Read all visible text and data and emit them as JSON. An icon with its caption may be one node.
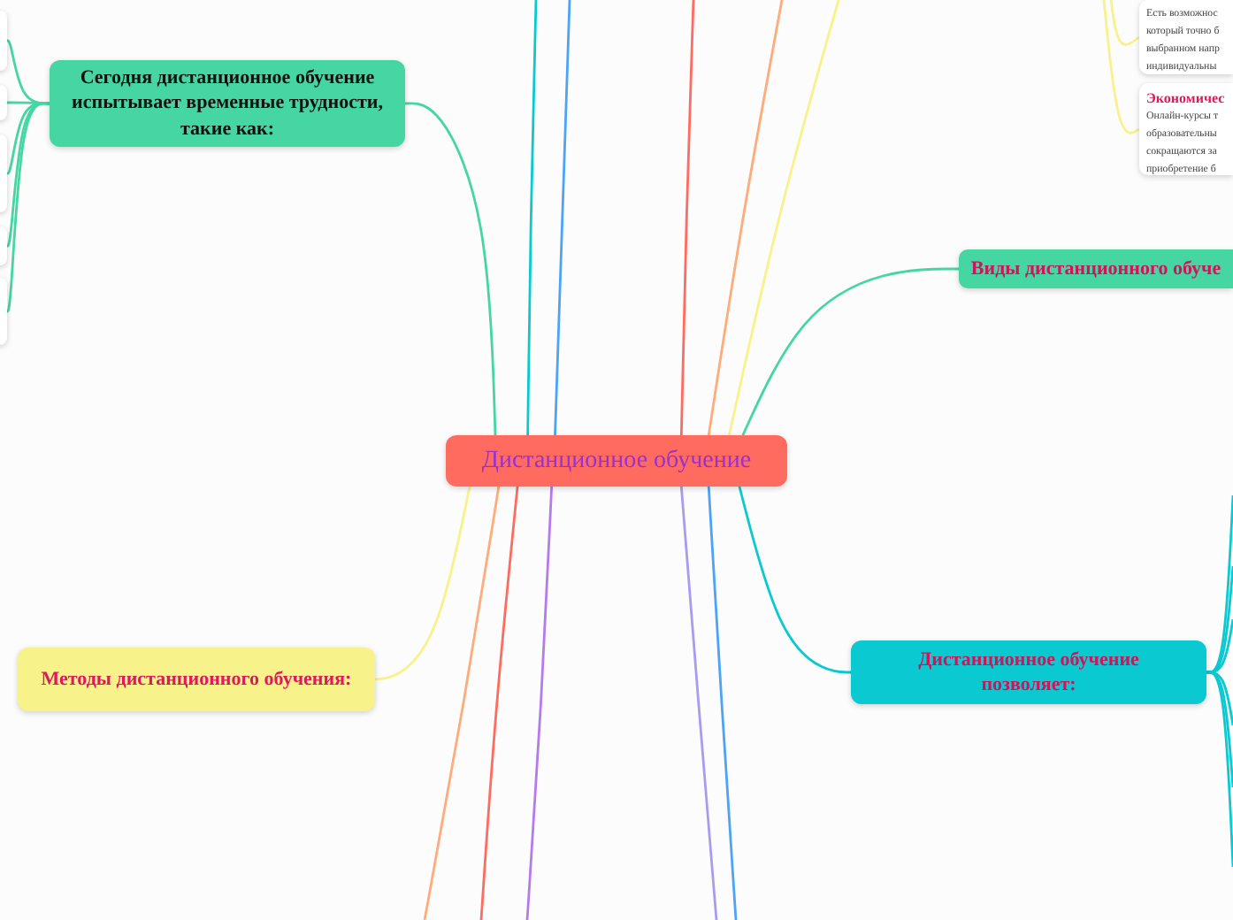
{
  "diagram": {
    "nodes": [
      {
        "text": [
          "Дистанционное обучение"
        ]
      },
      {
        "text": [
          "Сегодня дистанционное обучение испытывает временные трудности, такие как:"
        ]
      },
      {
        "text": [
          "Виды дистанционного обуче"
        ]
      },
      {
        "text": [
          "Методы дистанционного обучения:"
        ]
      },
      {
        "text": [
          "Дистанционное обучение позволяет:"
        ]
      },
      {
        "text": [
          "Есть возможнос который точно б выбранном напр индивидуальны"
        ]
      },
      {
        "text": [
          "Экономичес",
          "Онлайн-курсы т образовательны сокращаются за приобретение б"
        ]
      },
      {
        "text": [],
        "shape": "box"
      },
      {
        "text": [],
        "shape": "box"
      },
      {
        "text": [],
        "shape": "box"
      },
      {
        "text": [],
        "shape": "box"
      },
      {
        "text": [],
        "shape": "box"
      }
    ],
    "edges": [
      {
        "from": 0,
        "to": 1,
        "arrow": "none",
        "color": "#45d6a3"
      },
      {
        "from": 0,
        "to": 2,
        "arrow": "none",
        "color": "#45d6a3"
      },
      {
        "from": 0,
        "to": 3,
        "arrow": "none",
        "color": "#f7f28a"
      },
      {
        "from": 0,
        "to": 4,
        "arrow": "none",
        "color": "#0ac9d0"
      },
      {
        "from": 0,
        "to": null,
        "arrow": "none",
        "color": "#0ac9d0"
      },
      {
        "from": 0,
        "to": null,
        "arrow": "none",
        "color": "#4da3f5"
      },
      {
        "from": 0,
        "to": null,
        "arrow": "none",
        "color": "#ff6b5f"
      },
      {
        "from": 0,
        "to": null,
        "arrow": "none",
        "color": "#ffab7a"
      },
      {
        "from": 0,
        "to": null,
        "arrow": "none",
        "color": "#f7f28a"
      },
      {
        "from": 0,
        "to": null,
        "arrow": "none",
        "color": "#ffab7a"
      },
      {
        "from": 0,
        "to": null,
        "arrow": "none",
        "color": "#ff6b5f"
      },
      {
        "from": 0,
        "to": null,
        "arrow": "none",
        "color": "#b57bee"
      },
      {
        "from": 0,
        "to": null,
        "arrow": "none",
        "color": "#a99cf0"
      },
      {
        "from": 0,
        "to": null,
        "arrow": "none",
        "color": "#4da3f5"
      },
      {
        "from": null,
        "to": 5,
        "arrow": "none",
        "color": "#f7f28a"
      },
      {
        "from": null,
        "to": 6,
        "arrow": "none",
        "color": "#f7f28a"
      },
      {
        "from": 4,
        "to": null,
        "arrow": "none",
        "color": "#0ac9d0"
      },
      {
        "from": 4,
        "to": null,
        "arrow": "none",
        "color": "#0ac9d0"
      },
      {
        "from": 4,
        "to": null,
        "arrow": "none",
        "color": "#0ac9d0"
      },
      {
        "from": 4,
        "to": null,
        "arrow": "none",
        "color": "#0ac9d0"
      },
      {
        "from": 4,
        "to": null,
        "arrow": "none",
        "color": "#0ac9d0"
      },
      {
        "from": 4,
        "to": null,
        "arrow": "none",
        "color": "#0ac9d0"
      },
      {
        "from": 1,
        "to": 7,
        "arrow": "none",
        "color": "#45d6a3"
      },
      {
        "from": 1,
        "to": 8,
        "arrow": "none",
        "color": "#45d6a3"
      },
      {
        "from": 1,
        "to": 9,
        "arrow": "none",
        "color": "#45d6a3"
      },
      {
        "from": 1,
        "to": 10,
        "arrow": "none",
        "color": "#45d6a3"
      },
      {
        "from": 1,
        "to": 11,
        "arrow": "none",
        "color": "#45d6a3"
      }
    ]
  }
}
